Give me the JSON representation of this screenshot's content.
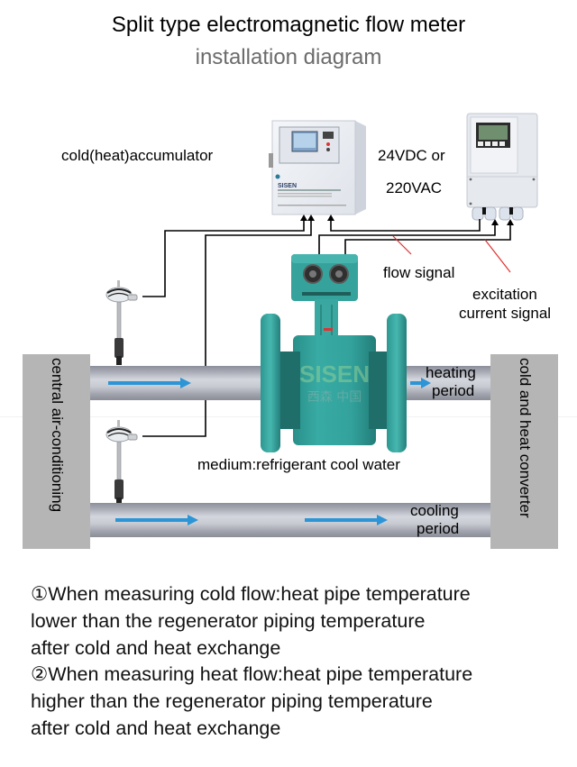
{
  "header": {
    "title": "Split type electromagnetic flow meter",
    "subtitle": "installation diagram"
  },
  "labels": {
    "accumulator": "cold(heat)accumulator",
    "power_line1": "24VDC or",
    "power_line2": "220VAC",
    "flow_signal": "flow signal",
    "excitation_line1": "excitation",
    "excitation_line2": "current signal",
    "central_ac": "central air-conditioning",
    "converter": "cold and heat converter",
    "heating_line1": "heating",
    "heating_line2": "period",
    "cooling_line1": "cooling",
    "cooling_line2": "period",
    "medium": "medium:refrigerant cool water",
    "meter_brand": "SISEN",
    "meter_brand_cn": "西森 中国"
  },
  "notes": [
    "①When measuring cold flow:heat pipe temperature",
    "lower than the regenerator piping temperature",
    "after cold and heat exchange",
    "②When measuring heat flow:heat pipe temperature",
    "higher than the regenerator piping temperature",
    "after cold and heat exchange"
  ],
  "colors": {
    "flow_arrow": "#2b95d6",
    "meter_body": "#2e9e98",
    "signal_pointer": "#e03030",
    "side_box": "#b5b5b5"
  }
}
